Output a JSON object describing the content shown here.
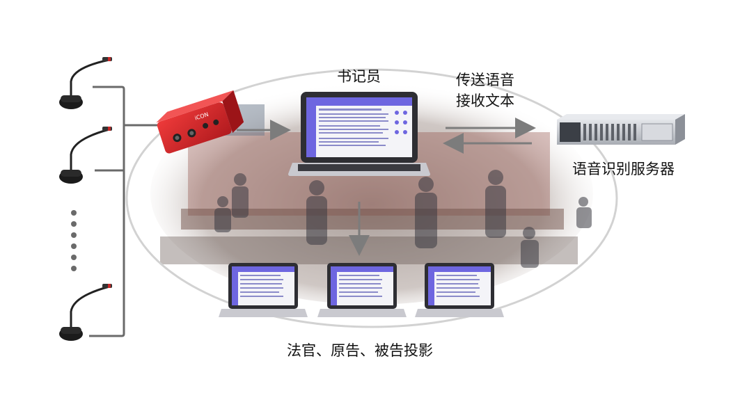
{
  "labels": {
    "clerk": "书记员",
    "send": "传送语音",
    "receive": "接收文本",
    "server": "语音识别服务器",
    "projection": "法官、原告、被告投影"
  },
  "interface_brand": "iCON",
  "colors": {
    "interface_red": "#d8262a",
    "screen_purple": "#6e66e0",
    "screen_text": "#ffffff",
    "arrow_gray": "#7c7c7c",
    "bracket_gray": "#6a6a6a",
    "ellipse_stroke": "#d2d2d2",
    "server_body": "#c8cbd0"
  },
  "icons": {
    "microphone": "gooseneck-microphone-icon",
    "audio_interface": "usb-audio-interface-icon",
    "laptop": "laptop-icon",
    "server": "rack-server-icon"
  }
}
